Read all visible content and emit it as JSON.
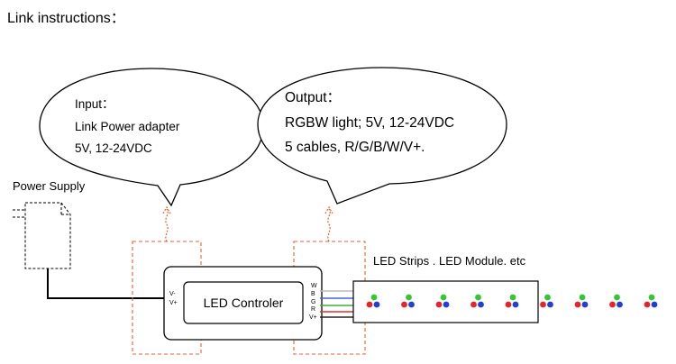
{
  "title": "Link instructions：",
  "input_bubble": {
    "lines": [
      "Input：",
      "Link Power adapter",
      "5V, 12-24VDC"
    ]
  },
  "output_bubble": {
    "lines": [
      "Output：",
      "RGBW light; 5V, 12-24VDC",
      "5 cables,   R/G/B/W/V+."
    ]
  },
  "power_supply": {
    "label": "Power Supply"
  },
  "controller": {
    "label": "LED Controler",
    "input_pins": [
      "V-",
      "V+"
    ],
    "output_pins": [
      "W",
      "B",
      "G",
      "R",
      "V+"
    ]
  },
  "strip": {
    "label": "LED Strips . LED Module. etc",
    "led_group_count": 9
  },
  "colors": {
    "line": "#000000",
    "dashed_box": "#e8602c",
    "wire_w": "#bbbbbb",
    "wire_b": "#4a64d8",
    "wire_g": "#3cb043",
    "wire_r": "#e0312b",
    "wire_vplus": "#222222",
    "led_red": "#e8232a",
    "led_green": "#35c535",
    "led_blue": "#1f3fd6"
  }
}
